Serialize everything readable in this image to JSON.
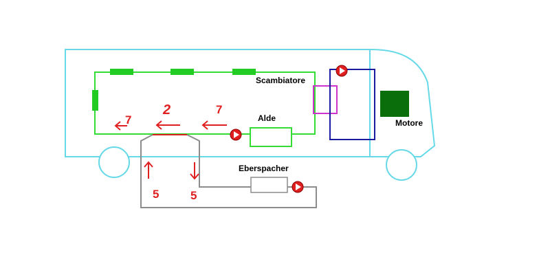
{
  "labels": {
    "scambiatore": "Scambiatore",
    "alde": "Alde",
    "motore": "Motore",
    "eberspacher": "Eberspacher"
  },
  "flow_numbers": {
    "left_7": "7",
    "center_2": "2",
    "right_7": "7",
    "up_5": "5",
    "down_5": "5"
  },
  "colors": {
    "vehicle_outline": "#66d9e8",
    "alde_circuit": "#33dd33",
    "engine_circuit": "#1a1aa0",
    "eberspacher_circuit": "#8c8c8c",
    "exchanger": "#cc33cc",
    "engine_block": "#0a6e0a",
    "flow_arrows": "#e02020",
    "pump": "#e02020"
  },
  "icons": [
    "pump-icon",
    "heater-icon",
    "exchanger-icon",
    "engine-icon",
    "wheel-icon"
  ]
}
